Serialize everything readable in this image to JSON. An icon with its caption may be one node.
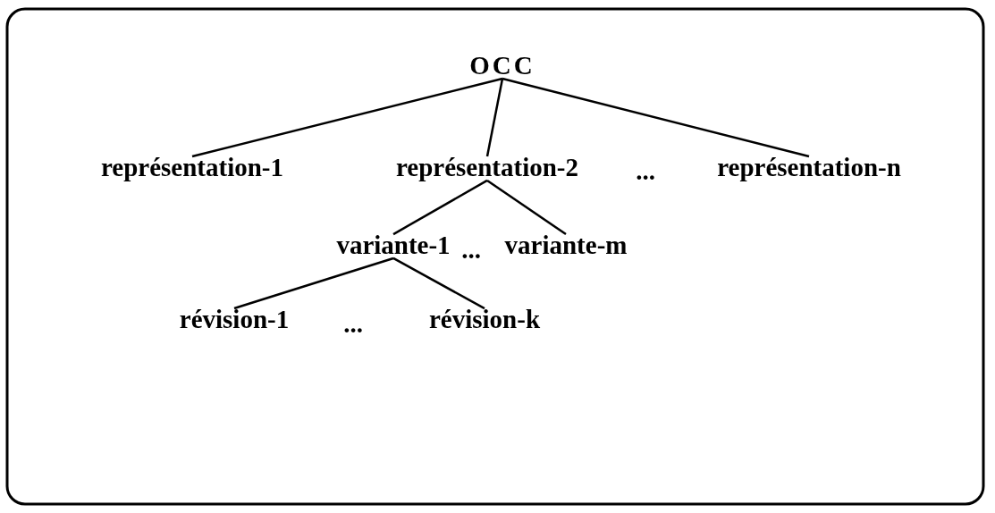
{
  "diagram": {
    "nodes": [
      {
        "text": [
          "OCC"
        ]
      },
      {
        "text": [
          "représentation-1"
        ]
      },
      {
        "text": [
          "représentation-2"
        ]
      },
      {
        "text": [
          "représentation-n"
        ]
      },
      {
        "text": [
          "variante-1"
        ]
      },
      {
        "text": [
          "variante-m"
        ]
      },
      {
        "text": [
          "révision-1"
        ]
      },
      {
        "text": [
          "révision-k"
        ]
      }
    ],
    "edges": [
      {
        "from": 0,
        "to": 1,
        "arrow": "none"
      },
      {
        "from": 0,
        "to": 2,
        "arrow": "none"
      },
      {
        "from": 0,
        "to": 3,
        "arrow": "none"
      },
      {
        "from": 2,
        "to": 4,
        "arrow": "none"
      },
      {
        "from": 2,
        "to": 5,
        "arrow": "none"
      },
      {
        "from": 4,
        "to": 6,
        "arrow": "none"
      },
      {
        "from": 4,
        "to": 7,
        "arrow": "none"
      }
    ],
    "labels": [
      "...",
      "...",
      "..."
    ]
  }
}
